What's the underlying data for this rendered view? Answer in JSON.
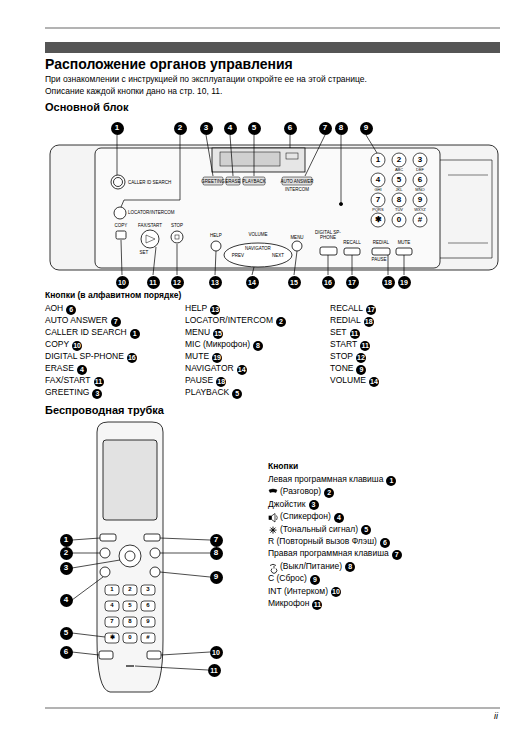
{
  "diagram": {
    "title": "Расположение органов управления",
    "nodes": [
      {
        "text": [
          "1"
        ]
      },
      {
        "text": [
          "2"
        ]
      },
      {
        "text": [
          "3"
        ]
      },
      {
        "text": [
          "4"
        ]
      },
      {
        "text": [
          "5"
        ]
      },
      {
        "text": [
          "6"
        ]
      },
      {
        "text": [
          "7"
        ]
      },
      {
        "text": [
          "8"
        ]
      },
      {
        "text": [
          "9"
        ]
      },
      {
        "text": [
          "10"
        ]
      },
      {
        "text": [
          "11"
        ]
      },
      {
        "text": [
          "12"
        ]
      },
      {
        "text": [
          "13"
        ]
      },
      {
        "text": [
          "14"
        ]
      },
      {
        "text": [
          "15"
        ]
      },
      {
        "text": [
          "16"
        ]
      },
      {
        "text": [
          "17"
        ]
      },
      {
        "text": [
          "18"
        ]
      },
      {
        "text": [
          "19"
        ]
      },
      {
        "text": [
          "1"
        ]
      },
      {
        "text": [
          "2"
        ]
      },
      {
        "text": [
          "3"
        ]
      },
      {
        "text": [
          "4"
        ]
      },
      {
        "text": [
          "5"
        ]
      },
      {
        "text": [
          "6"
        ]
      },
      {
        "text": [
          "7"
        ]
      },
      {
        "text": [
          "8"
        ]
      },
      {
        "text": [
          "9"
        ]
      },
      {
        "text": [
          "10"
        ]
      },
      {
        "text": [
          "11"
        ]
      }
    ],
    "labels": [
      "При ознакомлении с инструкцией по эксплуатации откройте ее на этой странице.",
      "Описание каждой кнопки дано на стр. 10, 11.",
      "Основной блок",
      "CALLER ID SEARCH",
      "LOCATOR/INTERCOM",
      "GREETING",
      "ERASE",
      "PLAYBACK",
      "AUTO ANSWER",
      "INTERCOM",
      "COPY",
      "FAX/START",
      "STOP",
      "SET",
      "HELP",
      "VOLUME",
      "NAVIGATOR",
      "PREV",
      "NEXT",
      "MENU",
      "DIGITAL SP-PHONE",
      "RECALL",
      "REDIAL",
      "PAUSE",
      "MUTE",
      "1",
      "2",
      "3",
      "4",
      "5",
      "6",
      "7",
      "8",
      "9",
      "✱",
      "0",
      "#",
      "ABC",
      "DEF",
      "GHI",
      "JKL",
      "MNO",
      "PQRS",
      "TUV",
      "WXYZ",
      "Кнопки (в алфавитном порядке)",
      "АОН",
      "6",
      "AUTO ANSWER",
      "7",
      "CALLER ID SEARCH",
      "1",
      "COPY",
      "10",
      "DIGITAL SP-PHONE",
      "16",
      "ERASE",
      "4",
      "FAX/START",
      "11",
      "GREETING",
      "3",
      "HELP",
      "13",
      "LOCATOR/INTERCOM",
      "2",
      "MENU",
      "15",
      "MIC (Микрофон)",
      "8",
      "MUTE",
      "19",
      "NAVIGATOR",
      "14",
      "PAUSE",
      "18",
      "PLAYBACK",
      "5",
      "RECALL",
      "17",
      "REDIAL",
      "18",
      "SET",
      "11",
      "START",
      "11",
      "STOP",
      "12",
      "TONE",
      "9",
      "VOLUME",
      "14",
      "Беспроводная трубка",
      "Кнопки",
      "Левая программная клавиша",
      "1",
      "(Разговор)",
      "2",
      "Джойстик",
      "3",
      "(Спикерфон)",
      "4",
      "(Тональный сигнал)",
      "5",
      "R (Повторный вызов Флэш)",
      "6",
      "Правая программная клавиша",
      "7",
      "(Выкл/Питание)",
      "8",
      "C (Сброс)",
      "9",
      "INT (Интерком)",
      "10",
      "Микрофон",
      "11",
      "1",
      "2",
      "3",
      "4",
      "5",
      "6",
      "7",
      "8",
      "9",
      "✱",
      "0",
      "#",
      "ii"
    ]
  }
}
